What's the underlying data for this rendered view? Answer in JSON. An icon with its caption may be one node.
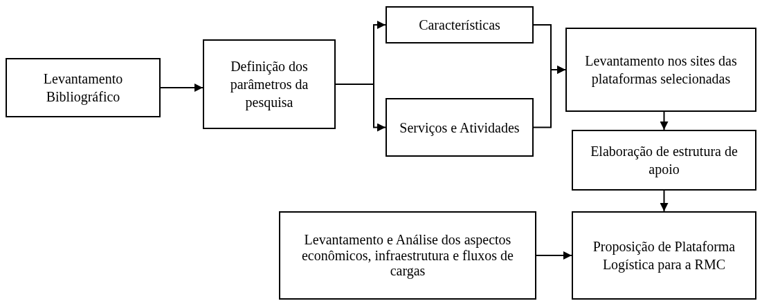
{
  "diagram": {
    "nodes": [
      {
        "text": [
          "Levantamento Bibliográfico"
        ]
      },
      {
        "text": [
          "Definição dos parâmetros da pesquisa"
        ]
      },
      {
        "text": [
          "Características"
        ]
      },
      {
        "text": [
          "Serviços e Atividades"
        ]
      },
      {
        "text": [
          "Levantamento nos sites das plataformas selecionadas"
        ]
      },
      {
        "text": [
          "Elaboração de estrutura de apoio"
        ]
      },
      {
        "text": [
          "Levantamento e Análise dos aspectos econômicos, infraestrutura e fluxos de cargas"
        ]
      },
      {
        "text": [
          "Proposição de Plataforma Logística para a RMC"
        ]
      }
    ],
    "edges": [
      {
        "from": 0,
        "to": 1,
        "arrow": "to"
      },
      {
        "from": 1,
        "to": 2,
        "arrow": "to"
      },
      {
        "from": 1,
        "to": 3,
        "arrow": "to"
      },
      {
        "from": 2,
        "to": 4,
        "arrow": "to"
      },
      {
        "from": 3,
        "to": 4,
        "arrow": "to"
      },
      {
        "from": 4,
        "to": 5,
        "arrow": "to"
      },
      {
        "from": 5,
        "to": 7,
        "arrow": "to"
      },
      {
        "from": 6,
        "to": 7,
        "arrow": "to"
      }
    ]
  }
}
